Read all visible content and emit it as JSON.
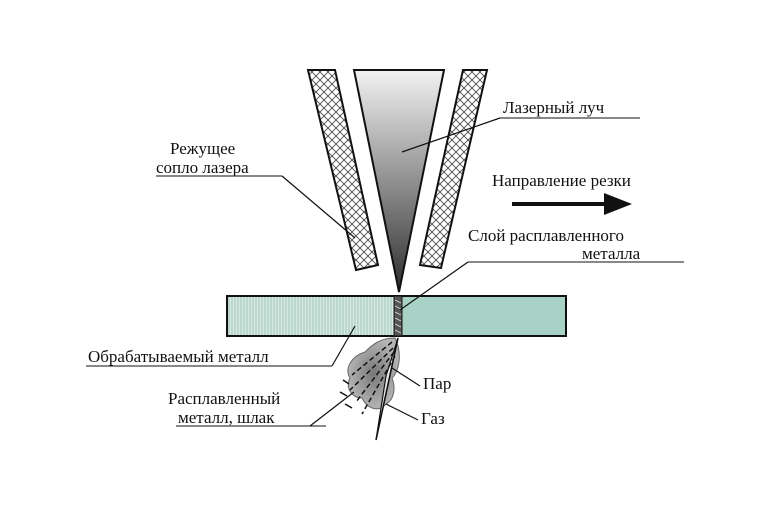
{
  "labels": {
    "laser_beam": "Лазерный луч",
    "nozzle_line1": "Режущее",
    "nozzle_line2": "сопло лазера",
    "cut_direction": "Направление резки",
    "molten_layer_line1": "Слой расплавленного",
    "molten_layer_line2": "металла",
    "workpiece": "Обрабатываемый металл",
    "vapor": "Пар",
    "molten_slag_line1": "Расплавленный",
    "molten_slag_line2": "металл, шлак",
    "gas": "Газ"
  },
  "colors": {
    "workpiece_fill": "#a9d2c6",
    "beam_dark": "#333333",
    "beam_light": "#f2f2f2",
    "nozzle_fill": "#ffffff",
    "outline": "#111111"
  }
}
